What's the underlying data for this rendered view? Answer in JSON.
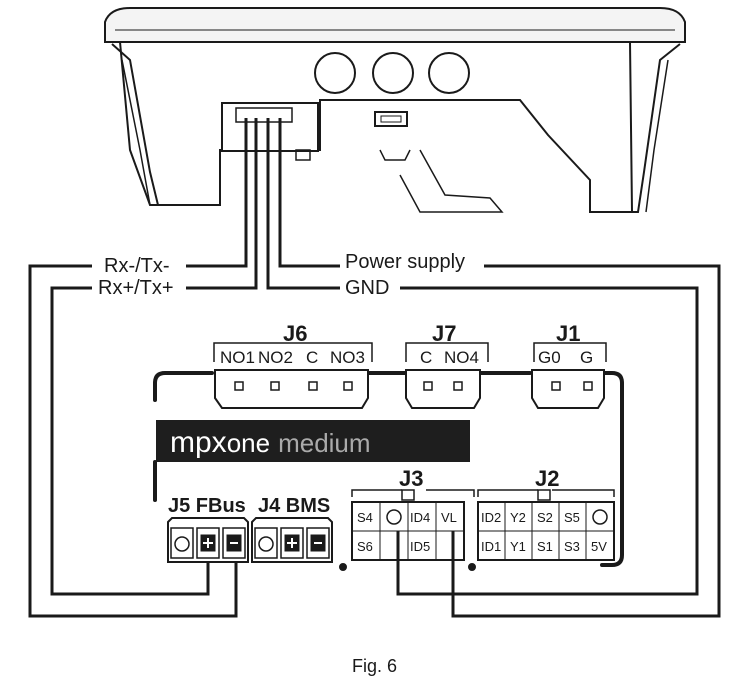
{
  "wires": {
    "rx_minus": "Rx-/Tx-",
    "rx_plus": "Rx+/Tx+",
    "power": "Power supply",
    "gnd": "GND"
  },
  "connectors": {
    "j6": {
      "name": "J6",
      "pins": [
        "NO1",
        "NO2",
        "C",
        "NO3"
      ]
    },
    "j7": {
      "name": "J7",
      "pins": [
        "C",
        "NO4"
      ]
    },
    "j1": {
      "name": "J1",
      "pins": [
        "G0",
        "G"
      ]
    },
    "j5": {
      "name": "J5 FBus"
    },
    "j4": {
      "name": "J4 BMS"
    },
    "j3": {
      "name": "J3",
      "top": [
        "S4",
        "",
        "ID4",
        "VL"
      ],
      "bottom": [
        "S6",
        "",
        "ID5",
        ""
      ]
    },
    "j2": {
      "name": "J2",
      "top": [
        "ID2",
        "Y2",
        "S2",
        "S5",
        ""
      ],
      "bottom": [
        "ID1",
        "Y1",
        "S1",
        "S3",
        "5V"
      ]
    }
  },
  "brand": {
    "part1": "mpx",
    "part2": "one",
    "part3": "medium"
  },
  "caption": "Fig. 6",
  "colors": {
    "ink": "#1a1a1a",
    "band": "#1e1e1e",
    "band_text": "#ffffff",
    "band_text_dim": "#aaaaaa"
  }
}
